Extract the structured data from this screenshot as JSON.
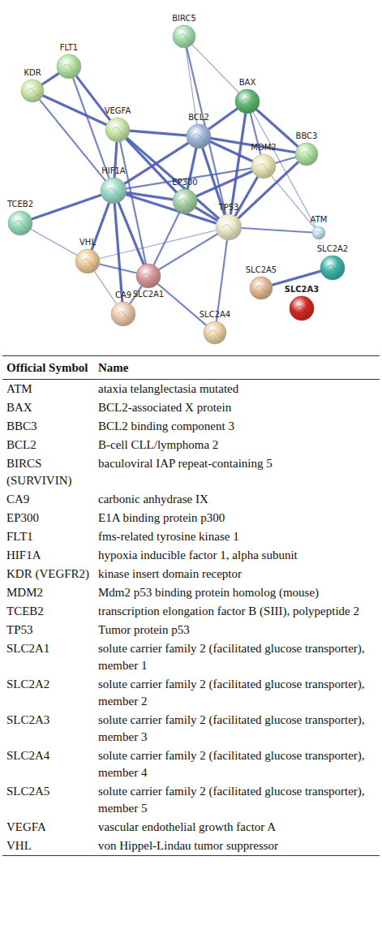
{
  "diagram": {
    "nodes": [
      {
        "text": [
          "BIRC5"
        ]
      },
      {
        "text": [
          "FLT1"
        ]
      },
      {
        "text": [
          "KDR"
        ]
      },
      {
        "text": [
          "BAX"
        ]
      },
      {
        "text": [
          "VEGFA"
        ]
      },
      {
        "text": [
          "BCL2"
        ]
      },
      {
        "text": [
          "BBC3"
        ]
      },
      {
        "text": [
          "MDM2"
        ]
      },
      {
        "text": [
          "HIF1A"
        ]
      },
      {
        "text": [
          "EP300"
        ]
      },
      {
        "text": [
          "TP53"
        ]
      },
      {
        "text": [
          "ATM"
        ]
      },
      {
        "text": [
          "TCEB2"
        ]
      },
      {
        "text": [
          "VHL"
        ]
      },
      {
        "text": [
          "SLC2A1"
        ]
      },
      {
        "text": [
          "CA9"
        ]
      },
      {
        "text": [
          "SLC2A5"
        ]
      },
      {
        "text": [
          "SLC2A2"
        ]
      },
      {
        "text": [
          "SLC2A3"
        ]
      },
      {
        "text": [
          "SLC2A4"
        ]
      }
    ],
    "edges": [
      {
        "from": 1,
        "to": 2,
        "arrow": "none"
      },
      {
        "from": 1,
        "to": 4,
        "arrow": "none"
      },
      {
        "from": 2,
        "to": 4,
        "arrow": "none"
      },
      {
        "from": 2,
        "to": 8,
        "arrow": "none"
      },
      {
        "from": 1,
        "to": 8,
        "arrow": "none"
      },
      {
        "from": 4,
        "to": 8,
        "arrow": "none"
      },
      {
        "from": 4,
        "to": 5,
        "arrow": "none"
      },
      {
        "from": 4,
        "to": 9,
        "arrow": "none"
      },
      {
        "from": 4,
        "to": 10,
        "arrow": "none"
      },
      {
        "from": 4,
        "to": 14,
        "arrow": "none"
      },
      {
        "from": 0,
        "to": 5,
        "arrow": "none"
      },
      {
        "from": 0,
        "to": 10,
        "arrow": "none"
      },
      {
        "from": 0,
        "to": 3,
        "arrow": "none"
      },
      {
        "from": 3,
        "to": 5,
        "arrow": "none"
      },
      {
        "from": 3,
        "to": 10,
        "arrow": "none"
      },
      {
        "from": 3,
        "to": 6,
        "arrow": "none"
      },
      {
        "from": 3,
        "to": 7,
        "arrow": "none"
      },
      {
        "from": 3,
        "to": 11,
        "arrow": "none"
      },
      {
        "from": 5,
        "to": 6,
        "arrow": "none"
      },
      {
        "from": 5,
        "to": 10,
        "arrow": "none"
      },
      {
        "from": 5,
        "to": 8,
        "arrow": "none"
      },
      {
        "from": 5,
        "to": 9,
        "arrow": "none"
      },
      {
        "from": 5,
        "to": 7,
        "arrow": "none"
      },
      {
        "from": 6,
        "to": 10,
        "arrow": "none"
      },
      {
        "from": 6,
        "to": 7,
        "arrow": "none"
      },
      {
        "from": 7,
        "to": 10,
        "arrow": "none"
      },
      {
        "from": 7,
        "to": 9,
        "arrow": "none"
      },
      {
        "from": 7,
        "to": 8,
        "arrow": "none"
      },
      {
        "from": 7,
        "to": 11,
        "arrow": "none"
      },
      {
        "from": 10,
        "to": 11,
        "arrow": "none"
      },
      {
        "from": 10,
        "to": 9,
        "arrow": "none"
      },
      {
        "from": 10,
        "to": 8,
        "arrow": "none"
      },
      {
        "from": 10,
        "to": 14,
        "arrow": "none"
      },
      {
        "from": 10,
        "to": 19,
        "arrow": "none"
      },
      {
        "from": 10,
        "to": 13,
        "arrow": "none"
      },
      {
        "from": 8,
        "to": 9,
        "arrow": "none"
      },
      {
        "from": 8,
        "to": 12,
        "arrow": "none"
      },
      {
        "from": 8,
        "to": 13,
        "arrow": "none"
      },
      {
        "from": 8,
        "to": 15,
        "arrow": "none"
      },
      {
        "from": 8,
        "to": 14,
        "arrow": "none"
      },
      {
        "from": 13,
        "to": 12,
        "arrow": "none"
      },
      {
        "from": 13,
        "to": 15,
        "arrow": "none"
      },
      {
        "from": 13,
        "to": 14,
        "arrow": "none"
      },
      {
        "from": 9,
        "to": 14,
        "arrow": "none"
      },
      {
        "from": 14,
        "to": 19,
        "arrow": "none"
      },
      {
        "from": 14,
        "to": 15,
        "arrow": "none"
      },
      {
        "from": 16,
        "to": 17,
        "arrow": "none"
      }
    ],
    "labels": [
      "Official Symbol",
      "Name",
      "ATM",
      "ataxia telanglectasia mutated",
      "BAX",
      "BCL2-associated X protein",
      "BBC3",
      "BCL2 binding component 3",
      "BCL2",
      "B-cell CLL/lymphoma 2",
      "BIRCS (SURVIVIN)",
      "baculoviral IAP repeat-containing 5",
      "CA9",
      "carbonic anhydrase IX",
      "EP300",
      "E1A binding protein p300",
      "FLT1",
      "fms-related tyrosine kinase 1",
      "HIF1A",
      "hypoxia inducible factor 1, alpha subunit",
      "KDR (VEGFR2)",
      "kinase insert domain receptor",
      "MDM2",
      "Mdm2 p53 binding protein homolog (mouse)",
      "TCEB2",
      "transcription elongation factor B (SIII), polypeptide 2",
      "TP53",
      "Tumor protein p53",
      "SLC2A1",
      "solute carrier family 2 (facilitated glucose transporter), member 1",
      "SLC2A2",
      "solute carrier family 2 (facilitated glucose transporter), member 2",
      "SLC2A3",
      "solute carrier family 2 (facilitated glucose transporter), member 3",
      "SLC2A4",
      "solute carrier family 2 (facilitated glucose transporter), member 4",
      "SLC2A5",
      "solute carrier family 2 (facilitated glucose transporter), member 5",
      "VEGFA",
      "vascular endothelial growth factor A",
      "VHL",
      "von Hippel-Lindau tumor suppressor"
    ]
  }
}
